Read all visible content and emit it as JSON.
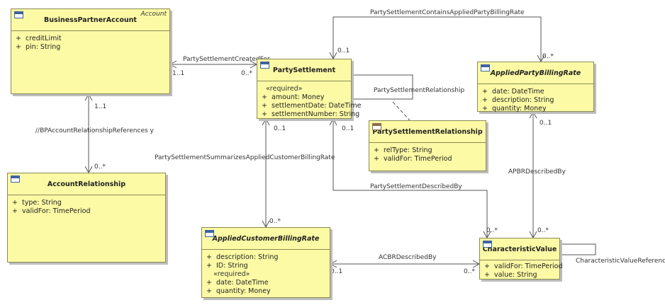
{
  "classes": {
    "business_partner_account": {
      "name": "BusinessPartnerAccount",
      "stereotype": "Account",
      "attributes": [
        {
          "vis": "+",
          "text": "creditLimit"
        },
        {
          "vis": "+",
          "text": "pin: String"
        }
      ]
    },
    "account_relationship": {
      "name": "AccountRelationship",
      "attributes": [
        {
          "vis": "+",
          "text": "type: String"
        },
        {
          "vis": "+",
          "text": "validFor: TimePeriod"
        }
      ]
    },
    "party_settlement": {
      "name": "PartySettlement",
      "stereotype": "«required»",
      "attributes": [
        {
          "vis": "+",
          "text": "amount: Money"
        },
        {
          "vis": "+",
          "text": "settlementDate: DateTime"
        },
        {
          "vis": "+",
          "text": "settlementNumber: String"
        }
      ]
    },
    "party_settlement_relationship": {
      "name": "PartySettlementRelationship",
      "attributes": [
        {
          "vis": "+",
          "text": "relType: String"
        },
        {
          "vis": "+",
          "text": "validFor: TimePeriod"
        }
      ]
    },
    "applied_party_billing_rate": {
      "name": "AppliedPartyBillingRate",
      "attributes": [
        {
          "vis": "+",
          "text": "date: DateTime"
        },
        {
          "vis": "+",
          "text": "description: String"
        },
        {
          "vis": "+",
          "text": "quantity: Money"
        }
      ]
    },
    "applied_customer_billing_rate": {
      "name": "AppliedCustomerBillingRate",
      "attributes": [
        {
          "vis": "+",
          "text": "description: String"
        },
        {
          "vis": "+",
          "text": "ID: String"
        }
      ],
      "stereotype": "«required»",
      "required_attributes": [
        {
          "vis": "+",
          "text": "date: DateTime"
        },
        {
          "vis": "+",
          "text": "quantity: Money"
        }
      ]
    },
    "characteristic_value": {
      "name": "CharacteristicValue",
      "attributes": [
        {
          "vis": "+",
          "text": "validFor: TimePeriod"
        },
        {
          "vis": "+",
          "text": "value: String"
        }
      ]
    }
  },
  "associations": {
    "ps_contains_apbr": {
      "label": "PartySettlementContainsAppliedPartyBillingRate",
      "source_mult": "0..1",
      "target_mult": "0..*"
    },
    "ps_created_for": {
      "label": "PartySettlementCreatedFor",
      "source_mult": "1..1",
      "target_mult": "0..*"
    },
    "ps_relationship": {
      "label": "PartySettlementRelationship"
    },
    "bpa_relationship_refs": {
      "label": "//BPAccountRelationshipReferences y",
      "source_mult": "1..1",
      "target_mult": "0..*"
    },
    "ps_summarizes_acbr": {
      "label": "PartySettlementSummarizesAppliedCustomerBillingRate",
      "source_mult": "0..1",
      "target_mult": "0..*"
    },
    "ps_described_by": {
      "label": "PartySettlementDescribedBy",
      "source_mult": "0..1",
      "target_mult": "0..*"
    },
    "apbr_described_by": {
      "label": "APBRDescribedBy",
      "source_mult": "0..1",
      "target_mult": "0..*"
    },
    "acbr_described_by": {
      "label": "ACBRDescribedBy",
      "source_mult": "0..1",
      "target_mult": "0..*"
    },
    "cv_references": {
      "label": "CharacteristicValueReferences"
    }
  }
}
